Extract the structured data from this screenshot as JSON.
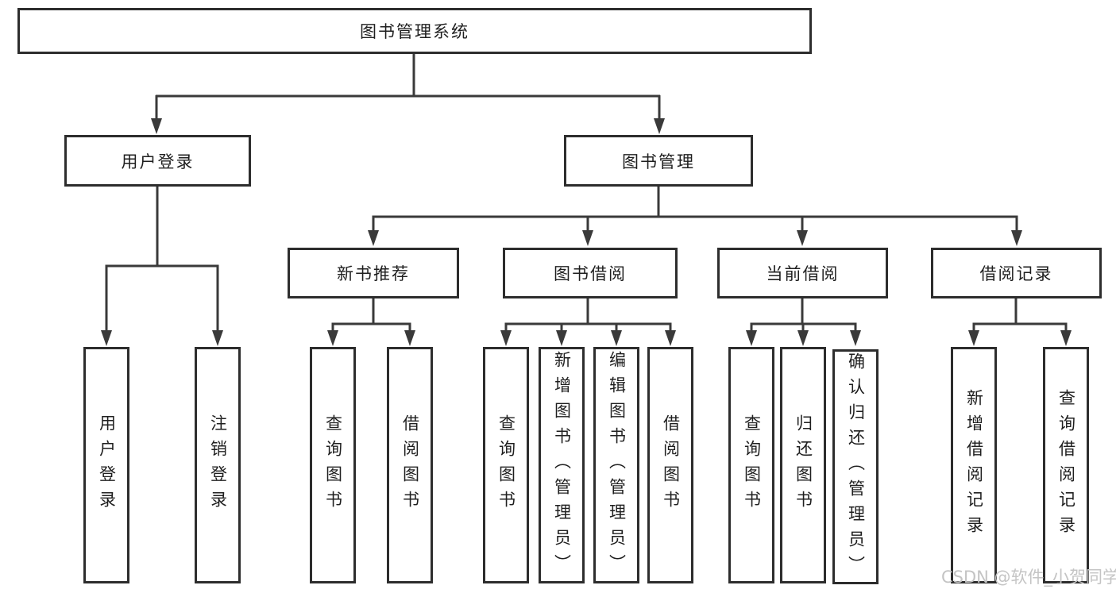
{
  "diagram": {
    "root_label": "图书管理系统",
    "l2": [
      "用户登录",
      "图书管理"
    ],
    "l3": [
      "新书推荐",
      "图书借阅",
      "当前借阅",
      "借阅记录"
    ],
    "leaves_user_login": [
      "用户登录",
      "注销登录"
    ],
    "leaves_new_book": [
      "查询图书",
      "借阅图书"
    ],
    "leaves_book_borrow": [
      "查询图书",
      "新增图书（管理员）",
      "编辑图书（管理员）",
      "借阅图书"
    ],
    "leaves_current_borrow": [
      "查询图书",
      "归还图书",
      "确认归还（管理员）"
    ],
    "leaves_borrow_records": [
      "新增借阅记录",
      "查询借阅记录"
    ]
  },
  "watermark": "CSDN @软件_小贺同学",
  "colors": {
    "line": "#3a3a3a",
    "border": "#2d2d2d",
    "text": "#1f1f1f",
    "watermark": "#c4c4c4",
    "background": "#ffffff"
  }
}
